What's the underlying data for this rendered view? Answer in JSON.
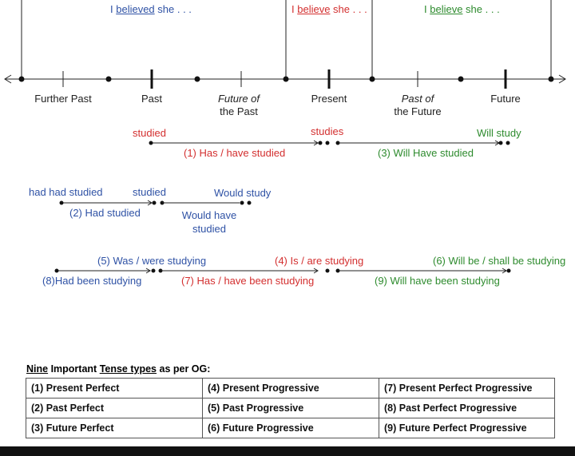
{
  "headers": [
    {
      "pre": "I ",
      "verb": "believed",
      "post": " she . . .",
      "color": "#2f52a5"
    },
    {
      "pre": "I ",
      "verb": "believe",
      "post": " she . . .",
      "color": "#d32f2f"
    },
    {
      "pre": "I ",
      "verb": "believe",
      "post": " she . . .",
      "color": "#2e8b2e"
    }
  ],
  "timeline": {
    "labels": [
      {
        "text": "Further Past",
        "italic": false
      },
      {
        "text": "Past",
        "italic": false
      },
      {
        "text": "Future of",
        "line2": "the Past",
        "italic": true
      },
      {
        "text": "Present",
        "italic": false
      },
      {
        "text": "Past of",
        "line2": "the Future",
        "italic": true
      },
      {
        "text": "Future",
        "italic": false
      }
    ]
  },
  "perfect_row": {
    "studied": "studied",
    "studies": "studies",
    "will_study": "Will study",
    "has_studied": "(1) Has / have studied",
    "will_have_studied": "(3) Will Have studied"
  },
  "past_row": {
    "had_had_studied": "had had studied",
    "studied": "studied",
    "would_study": "Would study",
    "had_studied": "(2) Had studied",
    "would_have": "Would have",
    "would_have_2": "studied"
  },
  "progressive_row": {
    "was_studying": "(5) Was / were studying",
    "is_studying": "(4) Is / are studying",
    "will_be_studying": "(6) Will be / shall be studying",
    "had_been_studying": "(8)Had been studying",
    "has_been_studying": "(7) Has / have been studying",
    "will_have_been_studying": "(9) Will have  been studying"
  },
  "table_title": {
    "w1": "Nine",
    "w2": " Important ",
    "w3": "Tense types",
    "w4": " as per OG:"
  },
  "table_rows": [
    [
      "(1) Present Perfect",
      "(4) Present Progressive",
      "(7) Present Perfect Progressive"
    ],
    [
      "(2) Past Perfect",
      "(5) Past Progressive",
      "(8) Past Perfect Progressive"
    ],
    [
      "(3) Future Perfect",
      "(6) Future Progressive",
      "(9) Future  Perfect Progressive"
    ]
  ],
  "colors": {
    "blue": "#2f52a5",
    "red": "#d32f2f",
    "green": "#2e8b2e",
    "axis": "#222222"
  }
}
